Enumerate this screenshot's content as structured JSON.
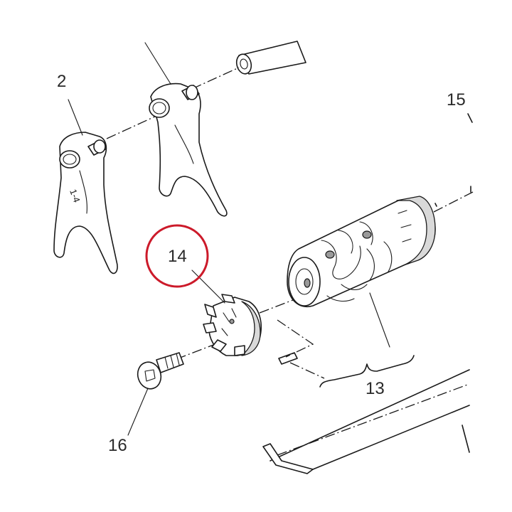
{
  "labels": {
    "part_2": "2",
    "part_13": "13",
    "part_14": "14",
    "part_15": "15",
    "part_16": "16"
  },
  "fork_marking": "1-4",
  "highlight": {
    "target": "14",
    "color": "#cc1a2a"
  }
}
